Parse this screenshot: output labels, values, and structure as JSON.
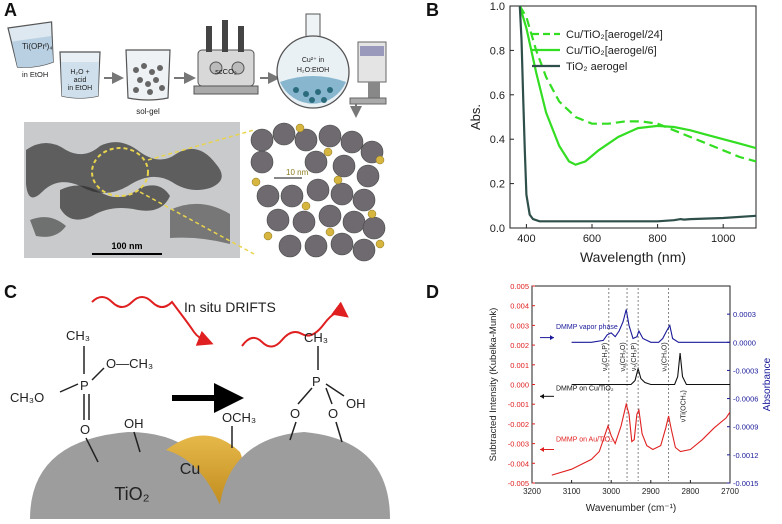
{
  "panels": {
    "a": {
      "label": "A",
      "reagent1": "Ti(OPrᴵ)₄",
      "reagent1_note": "in EtOH",
      "reagent2_line1": "H₂O +",
      "reagent2_line2": "acid",
      "reagent2_line3": "in EtOH",
      "step_solgel": "sol-gel",
      "step_scco2": "scCO₂",
      "step_cu_line1": "Cu²⁺ in",
      "step_cu_line2": "H₂O:EtOH",
      "tem_scale": "100 nm",
      "model_scale": "10 nm"
    },
    "b": {
      "label": "B",
      "colors": {
        "cu24": "#33dd22",
        "cu6": "#33dd22",
        "tio2": "#2f4f4a"
      }
    },
    "c": {
      "label": "C",
      "title": "In situ DRIFTS",
      "ch3_top": "CH₃",
      "och3_right": "O—CH₃",
      "ch3o_left": "CH₃O",
      "p_left": "P",
      "o_double": "O",
      "oh": "OH",
      "och3_surface": "OCH₃",
      "ch3_product": "CH₃",
      "p_right": "P",
      "o1": "O",
      "o2": "O",
      "oh2": "OH",
      "cu": "Cu",
      "tio2": "TiO₂"
    },
    "d": {
      "label": "D",
      "annotations": {
        "vapor": "DMMP vapor phase",
        "on_cu": "DMMP on Cu/TiO₂",
        "on_au": "DMMP on Au/TiO₂",
        "v1": "νₐ(CH₃P)",
        "v2": "νₐ(CH₃O)",
        "v3": "νₛ(CH₃P)",
        "v4": "νₛ(CH₃O)",
        "v5": "νTi(OCH₃)"
      },
      "colors": {
        "vapor": "#1a1a9a",
        "cu": "#111111",
        "au": "#e02020",
        "left_axis": "#e02020",
        "right_axis": "#1a1a9a"
      }
    }
  },
  "chart_data": [
    {
      "type": "line",
      "panel": "B",
      "xlabel": "Wavelength (nm)",
      "ylabel": "Abs.",
      "xlim": [
        350,
        1100
      ],
      "ylim": [
        0.0,
        1.0
      ],
      "xticks": [
        400,
        600,
        800,
        1000
      ],
      "yticks": [
        0.0,
        0.2,
        0.4,
        0.6,
        0.8,
        1.0
      ],
      "legend": "top-left",
      "series": [
        {
          "name": "Cu/TiO₂[aerogel/24]",
          "style": "dashed",
          "x": [
            380,
            400,
            430,
            460,
            500,
            550,
            600,
            650,
            700,
            750,
            800,
            850,
            900,
            950,
            1000,
            1050,
            1100
          ],
          "y": [
            1.0,
            0.95,
            0.8,
            0.68,
            0.57,
            0.5,
            0.47,
            0.47,
            0.48,
            0.48,
            0.47,
            0.44,
            0.41,
            0.38,
            0.35,
            0.32,
            0.3
          ]
        },
        {
          "name": "Cu/TiO₂[aerogel/6]",
          "style": "solid",
          "x": [
            380,
            400,
            430,
            460,
            500,
            530,
            550,
            580,
            620,
            680,
            740,
            800,
            850,
            900,
            950,
            1000,
            1050,
            1100
          ],
          "y": [
            1.0,
            0.9,
            0.7,
            0.52,
            0.37,
            0.3,
            0.285,
            0.3,
            0.35,
            0.41,
            0.45,
            0.46,
            0.455,
            0.44,
            0.42,
            0.4,
            0.38,
            0.36
          ]
        },
        {
          "name": "TiO₂ aerogel",
          "style": "solid",
          "x": [
            380,
            385,
            390,
            395,
            400,
            410,
            420,
            440,
            500,
            600,
            700,
            800,
            850,
            870,
            880,
            900,
            1000,
            1100
          ],
          "y": [
            1.0,
            0.85,
            0.6,
            0.35,
            0.15,
            0.06,
            0.04,
            0.03,
            0.03,
            0.03,
            0.03,
            0.03,
            0.035,
            0.04,
            0.038,
            0.04,
            0.045,
            0.055
          ]
        }
      ]
    },
    {
      "type": "line",
      "panel": "D",
      "xlabel": "Wavenumber (cm⁻¹)",
      "ylabel": "Subtracted Intensity (Kubelka-Munk)",
      "y2label": "Absorbance",
      "xlim": [
        3200,
        2700
      ],
      "ylim": [
        -0.005,
        0.005
      ],
      "y2lim": [
        -0.0015,
        0.0006
      ],
      "xticks": [
        3200,
        3100,
        3000,
        2900,
        2800,
        2700
      ],
      "yticks": [
        -0.005,
        -0.004,
        -0.003,
        -0.002,
        -0.001,
        0.0,
        0.001,
        0.002,
        0.003,
        0.004,
        0.005
      ],
      "y2ticks": [
        -0.0015,
        -0.0012,
        -0.0009,
        -0.0006,
        -0.0003,
        0.0,
        0.0003
      ],
      "reference_lines_x": [
        3006,
        2960,
        2932,
        2855
      ],
      "series": [
        {
          "name": "DMMP vapor phase",
          "axis": "y2",
          "x": [
            3100,
            3050,
            3020,
            3010,
            3000,
            2990,
            2980,
            2970,
            2962,
            2955,
            2945,
            2935,
            2930,
            2920,
            2900,
            2880,
            2870,
            2860,
            2852,
            2845,
            2830,
            2800,
            2750,
            2700
          ],
          "y": [
            0.0,
            0.0,
            2e-05,
            8e-05,
            0.0001,
            6e-05,
            0.00012,
            0.00022,
            0.00035,
            0.00018,
            4e-05,
            6e-05,
            0.00012,
            4e-05,
            0.0,
            0.0,
            4e-05,
            0.00012,
            0.00018,
            4e-05,
            0.0,
            0.0,
            0.0,
            0.0
          ]
        },
        {
          "name": "DMMP on Cu/TiO₂",
          "axis": "y",
          "x": [
            3100,
            3000,
            2950,
            2940,
            2932,
            2925,
            2915,
            2900,
            2860,
            2840,
            2832,
            2826,
            2820,
            2810,
            2800,
            2750,
            2700
          ],
          "y": [
            0.0,
            0.0,
            0.0,
            0.0002,
            0.0008,
            0.0003,
            0.0001,
            0.0,
            0.0,
            0.0,
            0.0004,
            0.0016,
            0.0004,
            0.0,
            0.0,
            0.0,
            0.0
          ]
        },
        {
          "name": "DMMP on Au/TiO₂",
          "axis": "y",
          "x": [
            3150,
            3100,
            3050,
            3030,
            3015,
            3008,
            3000,
            2990,
            2975,
            2962,
            2955,
            2948,
            2942,
            2935,
            2930,
            2922,
            2910,
            2895,
            2875,
            2862,
            2855,
            2848,
            2838,
            2825,
            2800,
            2770,
            2740,
            2710,
            2700
          ],
          "y": [
            -0.0046,
            -0.0043,
            -0.0038,
            -0.0034,
            -0.0025,
            -0.0021,
            -0.0026,
            -0.003,
            -0.0021,
            -0.001,
            -0.0015,
            -0.0029,
            -0.0028,
            -0.0015,
            -0.0013,
            -0.0025,
            -0.0031,
            -0.0033,
            -0.0031,
            -0.0022,
            -0.0016,
            -0.0023,
            -0.0032,
            -0.0034,
            -0.0033,
            -0.0028,
            -0.0022,
            -0.0017,
            -0.0014
          ]
        }
      ]
    }
  ]
}
